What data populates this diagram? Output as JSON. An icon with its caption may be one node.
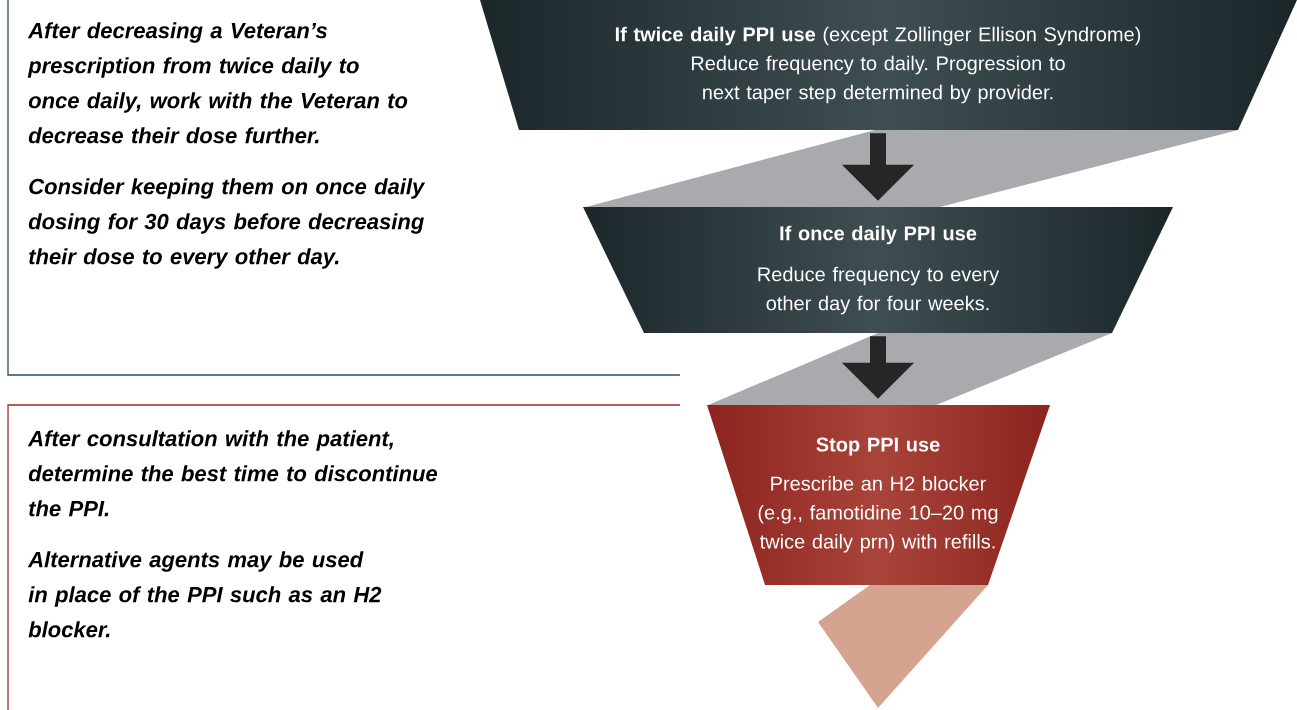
{
  "diagram": {
    "nodes": [
      {
        "text": [
          "After decreasing a Veteran’s prescription from twice daily to once daily, work with the Veteran to decrease their dose further.",
          "Consider keeping them on once daily dosing for 30 days before decreasing their dose to every other day."
        ]
      },
      {
        "text": [
          "After consultation with the patient, determine the best time to discontinue the PPI.",
          "Alternative agents may be used in place of the PPI such as an H2 blocker."
        ]
      },
      {
        "text": [
          "**If twice daily PPI use** (except Zollinger Ellison Syndrome)",
          "Reduce frequency to daily. Progression to next taper step determined by provider."
        ]
      },
      {
        "text": [
          "If once daily PPI use",
          "Reduce frequency to every other day for four weeks."
        ]
      },
      {
        "text": [
          "Stop PPI use",
          "Prescribe an H2 blocker (e.g., famotidine 10–20 mg twice daily prn) with refills."
        ]
      }
    ],
    "edges": [
      {
        "from": 2,
        "to": 3,
        "arrow": "to"
      },
      {
        "from": 3,
        "to": 4,
        "arrow": "to"
      }
    ]
  }
}
